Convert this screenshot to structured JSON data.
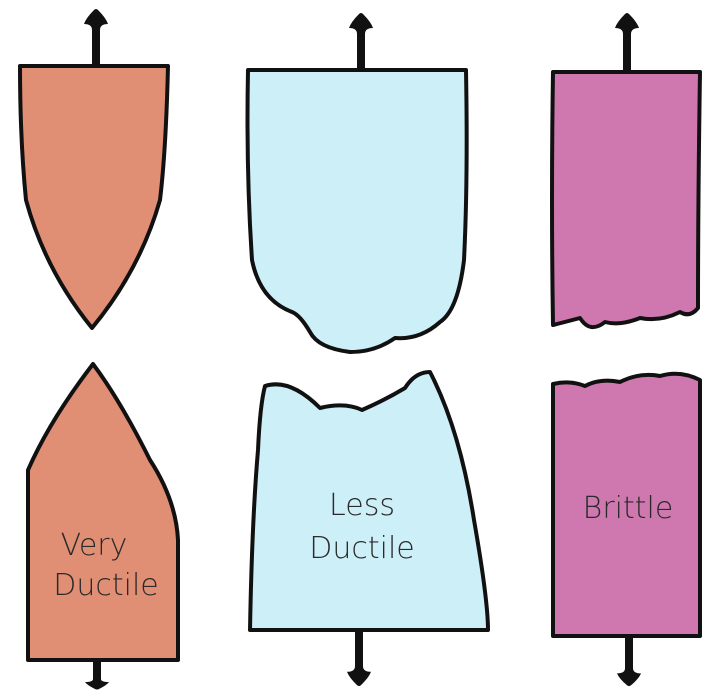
{
  "colors": {
    "very_ductile": "#E08E74",
    "less_ductile": "#CDEFF8",
    "brittle": "#CE78AF",
    "outline": "#111111"
  },
  "specimens": [
    {
      "id": "very-ductile",
      "label_lines": [
        "Very",
        "Ductile"
      ]
    },
    {
      "id": "less-ductile",
      "label_lines": [
        "Less",
        "Ductile"
      ]
    },
    {
      "id": "brittle",
      "label_lines": [
        "Brittle"
      ]
    }
  ]
}
